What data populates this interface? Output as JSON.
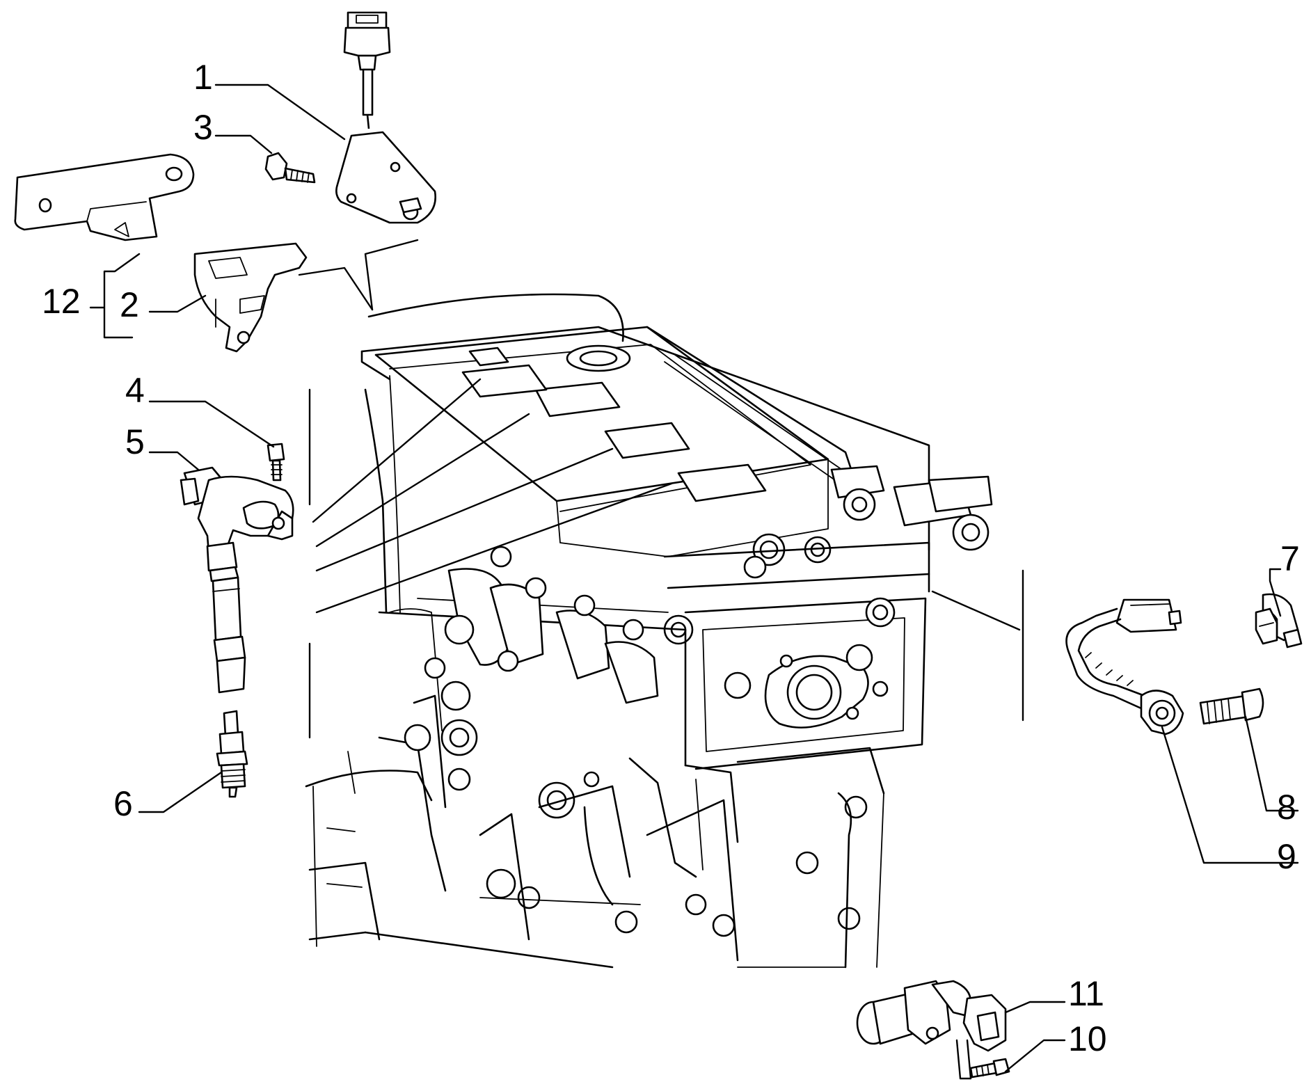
{
  "diagram": {
    "callouts": [
      {
        "id": "1",
        "label": "1"
      },
      {
        "id": "2",
        "label": "2"
      },
      {
        "id": "3",
        "label": "3"
      },
      {
        "id": "4",
        "label": "4"
      },
      {
        "id": "5",
        "label": "5"
      },
      {
        "id": "6",
        "label": "6"
      },
      {
        "id": "7",
        "label": "7"
      },
      {
        "id": "8",
        "label": "8"
      },
      {
        "id": "9",
        "label": "9"
      },
      {
        "id": "10",
        "label": "10"
      },
      {
        "id": "11",
        "label": "11"
      },
      {
        "id": "12",
        "label": "12"
      }
    ],
    "colors": {
      "ink": "#000000",
      "paper": "#ffffff"
    }
  }
}
